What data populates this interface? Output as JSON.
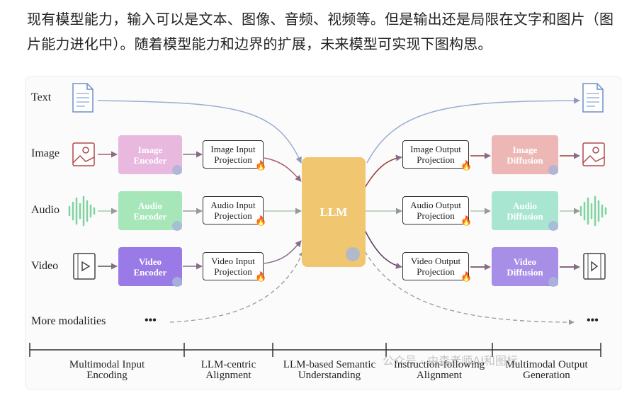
{
  "paragraph": "现有模型能力，输入可以是文本、图像、音频、视频等。但是输出还是局限在文字和图片（图片能力进化中）。随着模型能力和边界的扩展，未来模型可实现下图构思。",
  "inputs": [
    "Text",
    "Image",
    "Audio",
    "Video",
    "More modalities"
  ],
  "encoders": [
    {
      "label": "Image\nEncoder",
      "color": "#e8b8df"
    },
    {
      "label": "Audio\nEncoder",
      "color": "#a6e6b8"
    },
    {
      "label": "Video\nEncoder",
      "color": "#9a7ae6"
    }
  ],
  "input_projections": [
    "Image Input\nProjection",
    "Audio Input\nProjection",
    "Video Input\nProjection"
  ],
  "llm": {
    "label": "LLM",
    "color": "#f1c670"
  },
  "output_projections": [
    "Image Output\nProjection",
    "Audio Output\nProjection",
    "Video Output\nProjection"
  ],
  "decoders": [
    {
      "label": "Image\nDiffusion",
      "color": "#ecb7b4"
    },
    {
      "label": "Audio\nDiffusion",
      "color": "#a8e6d2"
    },
    {
      "label": "Video\nDiffusion",
      "color": "#a78ee6"
    }
  ],
  "ellipsis": "•••",
  "fire": "🔥",
  "stages": [
    "Multimodal Input\nEncoding",
    "LLM-centric\nAlignment",
    "LLM-based Semantic\nUnderstanding",
    "Instruction-following\nAlignment",
    "Multimodal Output\nGeneration"
  ],
  "watermark": "公众号 · 由森老师AI和图标"
}
